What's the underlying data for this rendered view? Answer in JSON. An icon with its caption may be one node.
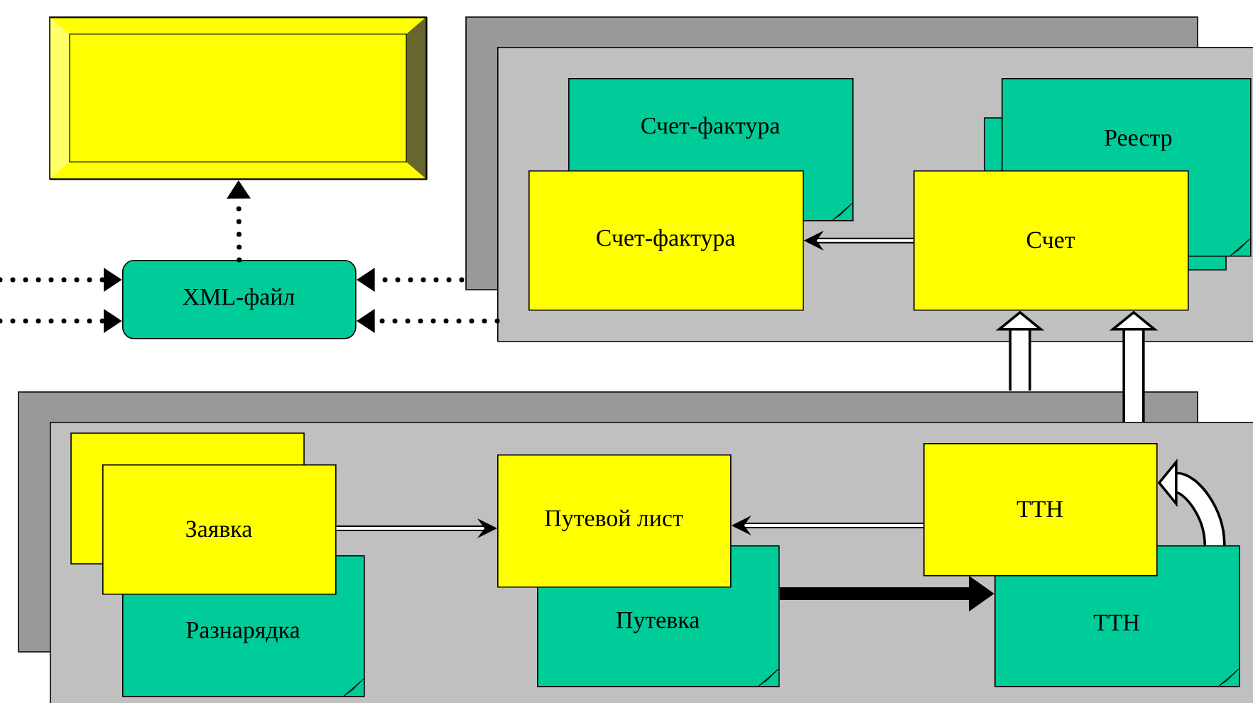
{
  "diagram": {
    "nodes": [
      {
        "text": [],
        "shape": "box"
      },
      {
        "text": [
          "XML-файл"
        ]
      },
      {
        "text": [],
        "shape": "box"
      },
      {
        "text": [
          "Счет-фактура"
        ],
        "in": 2
      },
      {
        "text": [
          "Счет-фактура"
        ],
        "in": 2
      },
      {
        "text": [
          "Реестр"
        ],
        "in": 2
      },
      {
        "text": [
          "Счет"
        ],
        "in": 2
      },
      {
        "text": [],
        "shape": "box"
      },
      {
        "text": [
          "Заявка"
        ],
        "in": 7
      },
      {
        "text": [
          "Разнарядка"
        ],
        "in": 7
      },
      {
        "text": [
          "Путевой лист"
        ],
        "in": 7
      },
      {
        "text": [
          "Путевка"
        ],
        "in": 7
      },
      {
        "text": [
          "ТТН"
        ],
        "in": 7
      },
      {
        "text": [
          "ТТН"
        ],
        "in": 7
      }
    ],
    "edges": [
      {
        "from": 1,
        "to": 0,
        "arrow": "to",
        "style": "dashed"
      },
      {
        "from": null,
        "to": 1,
        "arrow": "to",
        "style": "dashed"
      },
      {
        "from": null,
        "to": 1,
        "arrow": "to",
        "style": "dashed"
      },
      {
        "from": 2,
        "to": 1,
        "arrow": "to",
        "style": "dashed"
      },
      {
        "from": 2,
        "to": 1,
        "arrow": "to",
        "style": "dashed"
      },
      {
        "from": 6,
        "to": 4,
        "arrow": "to"
      },
      {
        "from": 7,
        "to": 6,
        "arrow": "to",
        "style": "thick"
      },
      {
        "from": 7,
        "to": 6,
        "arrow": "to",
        "style": "thick"
      },
      {
        "from": 8,
        "to": 10,
        "arrow": "to"
      },
      {
        "from": 12,
        "to": 10,
        "arrow": "to"
      },
      {
        "from": 11,
        "to": 13,
        "arrow": "to",
        "style": "thick"
      },
      {
        "from": 13,
        "to": 12,
        "arrow": "to",
        "style": "thick"
      }
    ]
  }
}
